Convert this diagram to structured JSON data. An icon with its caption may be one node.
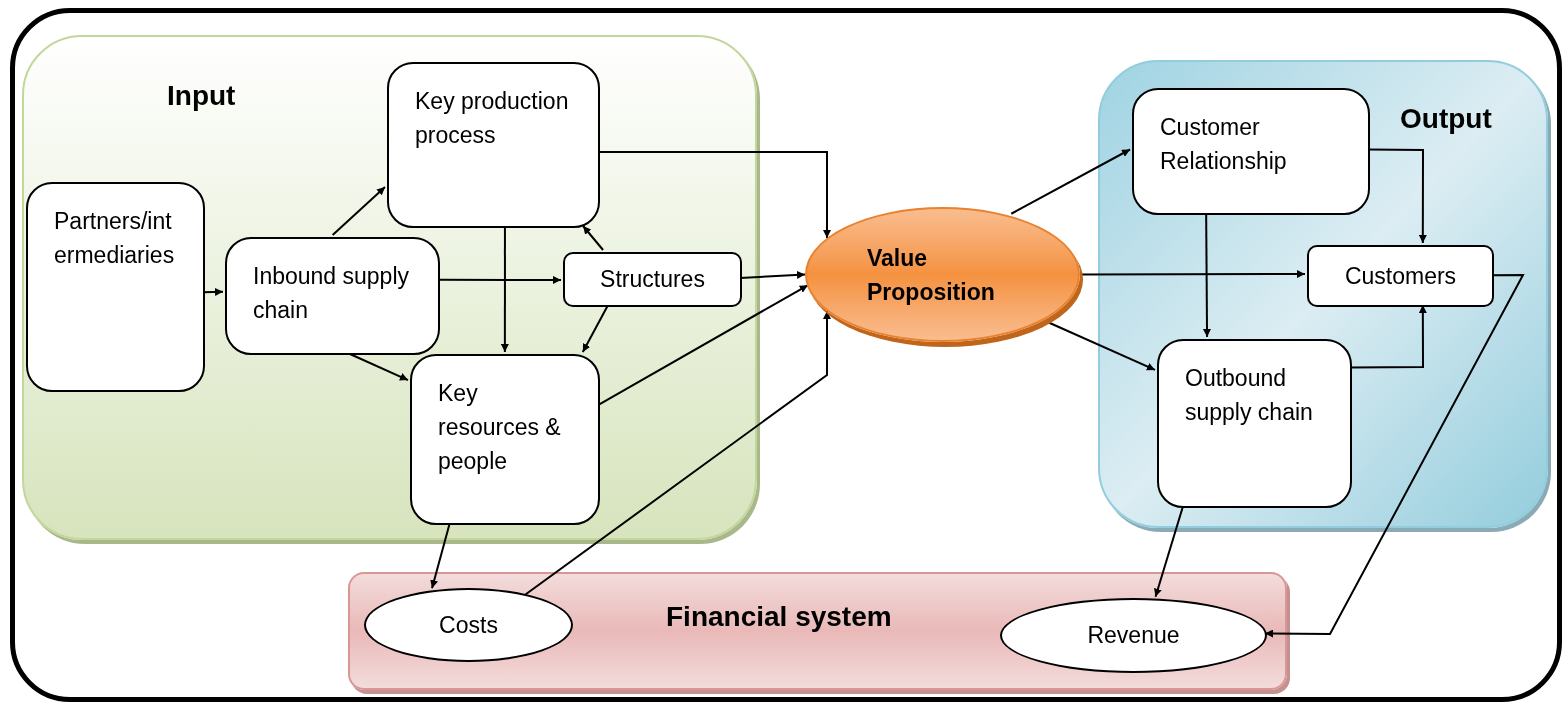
{
  "diagram": {
    "nodes": [
      {
        "text": [
          "Input"
        ]
      },
      {
        "text": [
          "Partners/intermediaries"
        ],
        "in": 0
      },
      {
        "text": [
          "Inbound supply chain"
        ],
        "in": 0
      },
      {
        "text": [
          "Key production process"
        ],
        "in": 0
      },
      {
        "text": [
          "Structures"
        ],
        "in": 0
      },
      {
        "text": [
          "Key resources & people"
        ],
        "in": 0
      },
      {
        "text": [
          "Output"
        ]
      },
      {
        "text": [
          "Customer Relationship"
        ],
        "in": 6
      },
      {
        "text": [
          "Customers"
        ],
        "in": 6
      },
      {
        "text": [
          "Outbound supply chain"
        ],
        "in": 6
      },
      {
        "text": [
          "Value Proposition"
        ]
      },
      {
        "text": [
          "Financial system"
        ]
      },
      {
        "text": [
          "Costs"
        ],
        "in": 11
      },
      {
        "text": [
          "Revenue"
        ],
        "in": 11
      }
    ],
    "edges": [
      {
        "from": 1,
        "to": 2,
        "arrow": "to"
      },
      {
        "from": 2,
        "to": 3,
        "arrow": "to"
      },
      {
        "from": 2,
        "to": 4,
        "arrow": "to"
      },
      {
        "from": 2,
        "to": 5,
        "arrow": "to"
      },
      {
        "from": 3,
        "to": 5,
        "arrow": "to"
      },
      {
        "from": 4,
        "to": 3,
        "arrow": "to"
      },
      {
        "from": 4,
        "to": 5,
        "arrow": "to"
      },
      {
        "from": 3,
        "to": 10,
        "arrow": "to"
      },
      {
        "from": 4,
        "to": 10,
        "arrow": "to"
      },
      {
        "from": 5,
        "to": 10,
        "arrow": "to"
      },
      {
        "from": 12,
        "to": 10,
        "arrow": "to"
      },
      {
        "from": 5,
        "to": 12,
        "arrow": "to"
      },
      {
        "from": 10,
        "to": 7,
        "arrow": "to"
      },
      {
        "from": 10,
        "to": 8,
        "arrow": "to"
      },
      {
        "from": 10,
        "to": 9,
        "arrow": "to"
      },
      {
        "from": 7,
        "to": 8,
        "arrow": "to"
      },
      {
        "from": 7,
        "to": 9,
        "arrow": "to"
      },
      {
        "from": 9,
        "to": 8,
        "arrow": "to"
      },
      {
        "from": 9,
        "to": 13,
        "arrow": "to"
      },
      {
        "from": 8,
        "to": 13,
        "arrow": "to"
      }
    ]
  }
}
